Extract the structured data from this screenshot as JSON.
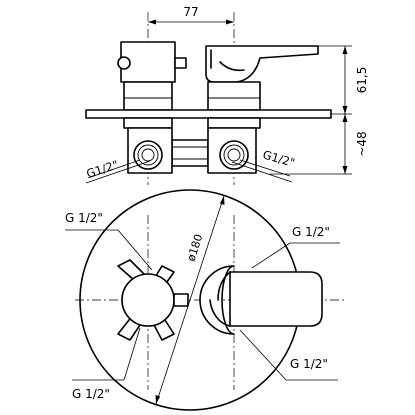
{
  "dimensions": {
    "width_spacing": "77",
    "height_upper": "61,5",
    "height_lower": "~48",
    "diameter": "ø180"
  },
  "thread_labels": {
    "side_left": "G1/2\"",
    "side_right": "G1/2\"",
    "front_top_left": "G 1/2\"",
    "front_top_right": "G 1/2\"",
    "front_bottom_left": "G 1/2\"",
    "front_bottom_right": "G 1/2\""
  }
}
